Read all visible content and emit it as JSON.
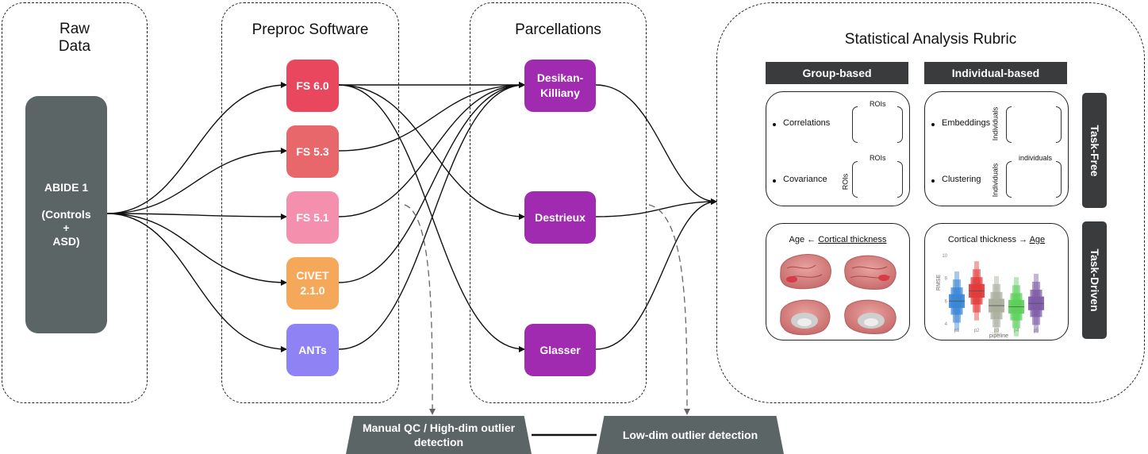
{
  "panels": {
    "raw": "Raw\nData",
    "preproc": "Preproc Software",
    "parc": "Parcellations",
    "stats": "Statistical Analysis Rubric"
  },
  "abide": "ABIDE 1\n\n(Controls\n+\nASD)",
  "preproc_nodes": [
    {
      "label": "FS 6.0",
      "color": "#e8475e"
    },
    {
      "label": "FS 5.3",
      "color": "#e8676b"
    },
    {
      "label": "FS 5.1",
      "color": "#f48fae"
    },
    {
      "label": "CIVET\n2.1.0",
      "color": "#f6a85a"
    },
    {
      "label": "ANTs",
      "color": "#8f82f4"
    }
  ],
  "parc_nodes": [
    {
      "label": "Desikan-\nKilliany",
      "color": "#a12bb0"
    },
    {
      "label": "Destrieux",
      "color": "#a12bb0"
    },
    {
      "label": "Glasser",
      "color": "#a12bb0"
    }
  ],
  "rubric": {
    "col_headers": [
      "Group-based",
      "Individual-based"
    ],
    "row_headers": [
      "Task-Free",
      "Task-Driven"
    ],
    "group_free": {
      "item1": "Correlations",
      "item1_top": "ROIs",
      "item2": "Covariance",
      "item2_top": "ROIs",
      "item2_side": "ROIs"
    },
    "indiv_free": {
      "item1": "Embeddings",
      "item1_side": "Individuals",
      "item2": "Clustering",
      "item2_top": "individuals",
      "item2_side": "Individuals"
    },
    "group_driven": {
      "prefix": "Age ← ",
      "underlined": "Cortical thickness"
    },
    "indiv_driven": {
      "prefix": "Cortical thickness → ",
      "underlined": "Age"
    },
    "chart_labels": {
      "ylabel": "RMSE",
      "xlabel": "pipeline",
      "yticks": [
        "10",
        "8",
        "6",
        "4"
      ],
      "xticks": [
        "p1",
        "p2",
        "p3",
        "p4",
        "p5"
      ]
    }
  },
  "chart_data": {
    "type": "boxen",
    "title": "",
    "xlabel": "pipeline",
    "ylabel": "RMSE",
    "ylim": [
      4,
      10
    ],
    "categories": [
      "p1",
      "p2",
      "p3",
      "p4",
      "p5"
    ],
    "series": [
      {
        "name": "p1",
        "median": 6.0,
        "color": "#3a86d6"
      },
      {
        "name": "p2",
        "median": 6.9,
        "color": "#e23a3a"
      },
      {
        "name": "p3",
        "median": 5.6,
        "color": "#a9ad9c"
      },
      {
        "name": "p4",
        "median": 5.5,
        "color": "#5ccf5a"
      },
      {
        "name": "p5",
        "median": 5.8,
        "color": "#7d5aa6"
      }
    ]
  },
  "bottom": {
    "qc": "Manual QC / High-dim outlier\ndetection",
    "lowdim": "Low-dim outlier detection"
  }
}
